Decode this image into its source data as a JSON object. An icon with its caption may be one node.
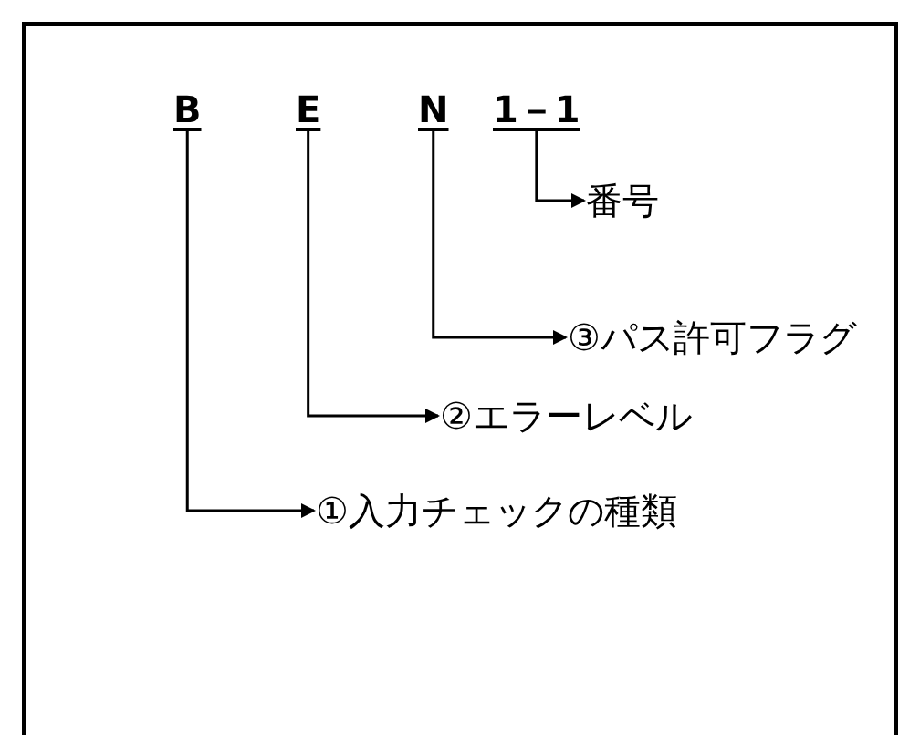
{
  "diagram": {
    "nodes": [
      {
        "text": [
          "B"
        ]
      },
      {
        "text": [
          "E"
        ]
      },
      {
        "text": [
          "N"
        ]
      },
      {
        "text": [
          "1－1"
        ]
      },
      {
        "text": [
          "番号"
        ]
      },
      {
        "text": [
          "③パス許可フラグ"
        ]
      },
      {
        "text": [
          "②エラーレベル"
        ]
      },
      {
        "text": [
          "①入力チェックの種類"
        ]
      }
    ],
    "edges": [
      {
        "from": 3,
        "to": 4,
        "arrow": "to"
      },
      {
        "from": 2,
        "to": 5,
        "arrow": "to"
      },
      {
        "from": 1,
        "to": 6,
        "arrow": "to"
      },
      {
        "from": 0,
        "to": 7,
        "arrow": "to"
      }
    ]
  }
}
